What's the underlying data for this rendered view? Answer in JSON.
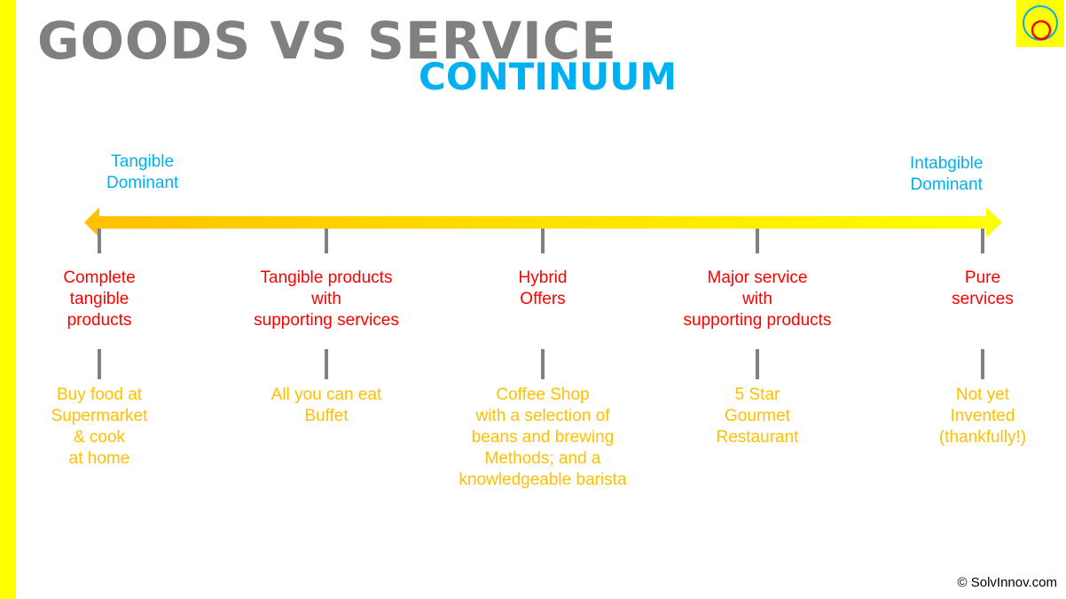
{
  "title": {
    "line1": "GOODS VS SERVICE",
    "line2": "CONTINUUM"
  },
  "ends": {
    "left": "Tangible\nDominant",
    "right": "Intabgible\nDominant"
  },
  "columns": [
    {
      "category": "Complete\ntangible\nproducts",
      "example": "Buy food at\nSupermarket\n& cook\nat home"
    },
    {
      "category": "Tangible products\nwith\nsupporting services",
      "example": "All you can eat\nBuffet"
    },
    {
      "category": "Hybrid\nOffers",
      "example": "Coffee Shop\nwith a selection of\nbeans and brewing\nMethods; and a\nknowledgeable barista"
    },
    {
      "category": "Major service\nwith\nsupporting products",
      "example": "5 Star\nGourmet\nRestaurant"
    },
    {
      "category": "Pure\nservices",
      "example": "Not yet\nInvented\n(thankfully!)"
    }
  ],
  "copyright": "© SolvInnov.com",
  "colors": {
    "accent": "#00b0f0",
    "category": "#ff0000",
    "example": "#ffc000",
    "arrow_start": "#ffc000",
    "arrow_end": "#ffff00"
  }
}
